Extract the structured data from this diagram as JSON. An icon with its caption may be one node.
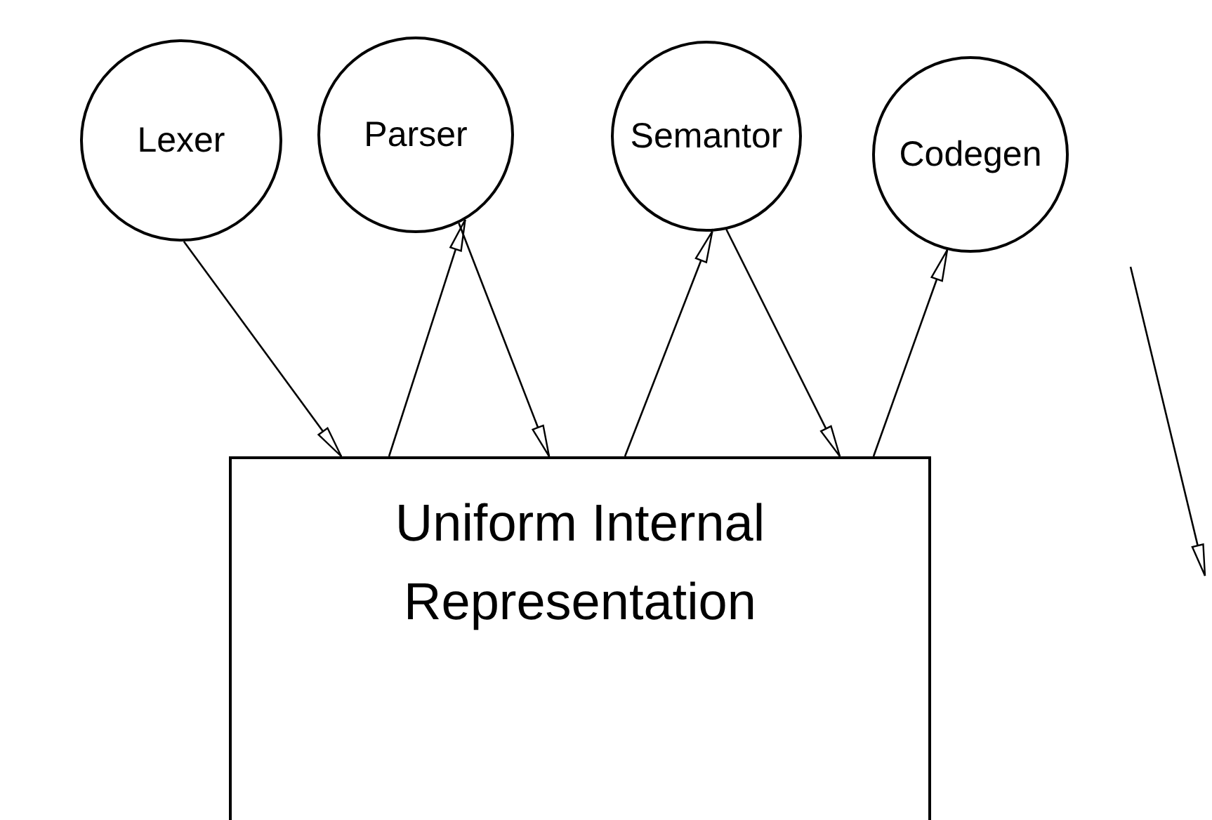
{
  "diagram": {
    "nodes": [
      {
        "text": [
          "Lexer"
        ]
      },
      {
        "text": [
          "Parser"
        ]
      },
      {
        "text": [
          "Semantor"
        ]
      },
      {
        "text": [
          "Codegen"
        ]
      },
      {
        "text": [
          "Uniform Internal Representation"
        ]
      }
    ],
    "edges": [
      {
        "from": 0,
        "to": 4,
        "arrow": "to"
      },
      {
        "from": 4,
        "to": 1,
        "arrow": "to"
      },
      {
        "from": 1,
        "to": 4,
        "arrow": "to"
      },
      {
        "from": 4,
        "to": 2,
        "arrow": "to"
      },
      {
        "from": 2,
        "to": 4,
        "arrow": "to"
      },
      {
        "from": 4,
        "to": 3,
        "arrow": "to"
      },
      {
        "from": 3,
        "to": null,
        "arrow": "to"
      }
    ]
  }
}
